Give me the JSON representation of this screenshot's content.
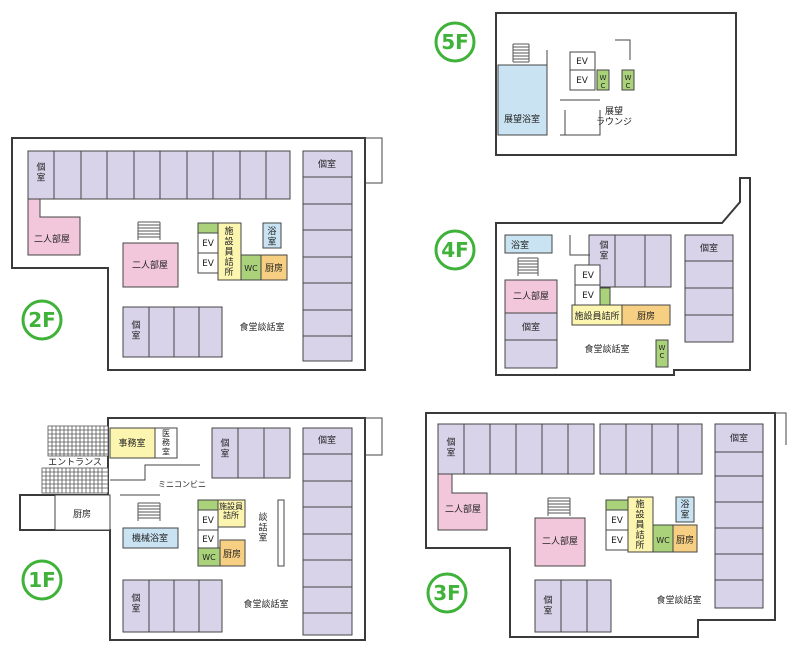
{
  "colors": {
    "guest_room": "#d9d3ea",
    "twin_room": "#f2c7dc",
    "bath": "#c9e3f3",
    "staff_room": "#fbf5b0",
    "kitchen": "#f7cf82",
    "wc": "#a9d27a",
    "office": "#fbf5b0",
    "stair": "#555555",
    "badge": "#3fb23a"
  },
  "floors": {
    "f5": {
      "badge": "5F",
      "ev1": "EV",
      "ev2": "EV",
      "wc1": "W\nC",
      "wc2": "W\nC",
      "bath": "展望浴室",
      "lounge": "展望\nラウンジ"
    },
    "f4": {
      "badge": "4F",
      "bath": "浴室",
      "private_top": "個\n室",
      "private_right": "個室",
      "ev1": "EV",
      "ev2": "EV",
      "twin": "二人部屋",
      "private_left": "個室",
      "staff": "施設員詰所",
      "kitchen": "厨房",
      "dining": "食堂談話室",
      "wc": "W\nC"
    },
    "f3": {
      "badge": "3F",
      "private_left": "個\n室",
      "private_right": "個室",
      "twin_left": "二人部屋",
      "twin_center": "二人部屋",
      "ev1": "EV",
      "ev2": "EV",
      "staff": "施\n設\n員\n詰\n所",
      "bath": "浴\n室",
      "wc": "WC",
      "kitchen": "厨房",
      "private_bottom": "個\n室",
      "dining": "食堂談話室"
    },
    "f2": {
      "badge": "2F",
      "private_left": "個\n室",
      "private_right": "個室",
      "twin_left": "二人部屋",
      "twin_center": "二人部屋",
      "ev1": "EV",
      "ev2": "EV",
      "staff": "施\n設\n員\n詰\n所",
      "bath": "浴\n室",
      "wc": "WC",
      "kitchen": "厨房",
      "private_bottom": "個\n室",
      "dining": "食堂談話室"
    },
    "f1": {
      "badge": "1F",
      "entrance": "エントランス",
      "office": "事務室",
      "medical": "医\n務\n室",
      "private_top": "個\n室",
      "private_right": "個室",
      "conveni": "ミニコンビニ",
      "kitchen_left": "厨房",
      "staff": "施設員\n詰所",
      "ev1": "EV",
      "ev2": "EV",
      "lounge_vertical": "談\n話\n室",
      "machine_bath": "機械浴室",
      "wc": "WC",
      "kitchen": "厨房",
      "private_bottom": "個\n室",
      "dining": "食堂談話室"
    }
  }
}
